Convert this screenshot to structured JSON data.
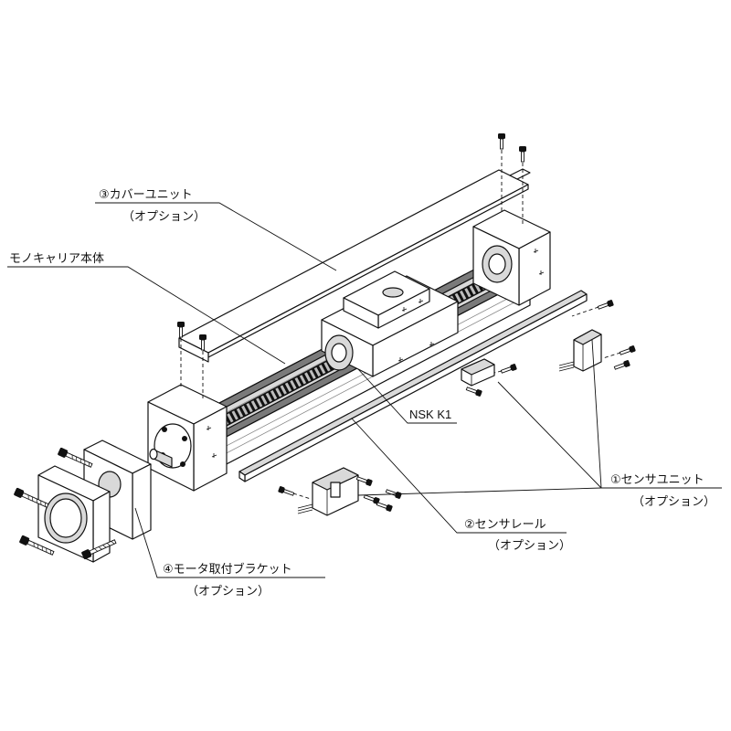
{
  "labels": {
    "cover_unit": {
      "name": "③カバーユニット",
      "option": "（オプション）"
    },
    "monocarrier_body": {
      "name": "モノキャリア本体"
    },
    "nsk_k1": {
      "name": "NSK K1"
    },
    "sensor_unit": {
      "name": "①センサユニット",
      "option": "（オプション）"
    },
    "sensor_rail": {
      "name": "②センサレール",
      "option": "（オプション）"
    },
    "motor_bracket": {
      "name": "④モータ取付ブラケット",
      "option": "（オプション）"
    }
  }
}
